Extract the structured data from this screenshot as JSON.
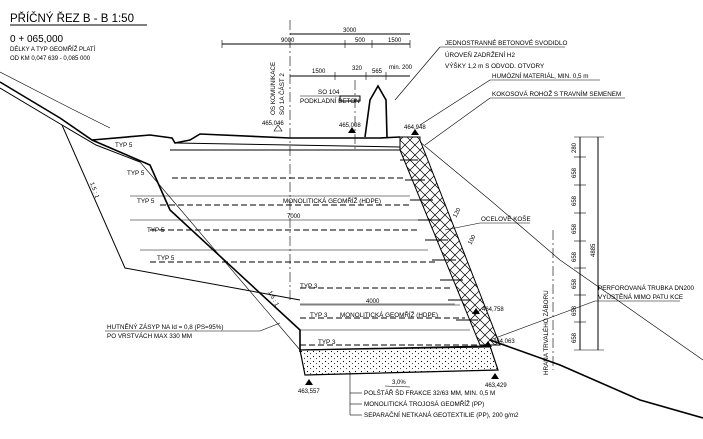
{
  "header": {
    "title": "PŘÍČNÝ ŘEZ  B - B  1:50",
    "station": "0 + 065,000",
    "section_range_1": "DÉLKY A TYP GEOMŘÍŽ PLATÍ",
    "section_range_2": "OD KM 0,047 639 - 0,085 000"
  },
  "dimensions": {
    "d3000": "3000",
    "d9000": "9000",
    "d500": "500",
    "d1500_top": "1500",
    "d1500": "1500",
    "d320": "320",
    "d565": "565",
    "dmin200": "min. 200",
    "d7000": "7000",
    "d4000": "4000",
    "d280": "280",
    "d658_1": "658",
    "d658_2": "658",
    "d658_3": "658",
    "d658_4": "658",
    "d658_5": "658",
    "d658_6": "658",
    "d658_7": "658",
    "d4885": "4885",
    "d120": "120",
    "d100": "100",
    "slope_upper": "1,5 : 1",
    "slope_lower": "1,5 : 1",
    "slope_pct": "3,0%"
  },
  "elevations": {
    "e_left": "465,046",
    "e_mid": "465,008",
    "e_right": "464,948",
    "e_step": "464,758",
    "e_base_r": "464,063",
    "e_bot_l": "463,557",
    "e_bot_r": "463,429"
  },
  "annotations": {
    "jednostranne": "JEDNOSTRANNÉ BETONOVÉ SVODIDLO",
    "uroven": "ÚROVEŇ ZADRŽENÍ H2",
    "vysky": "VÝŠKY 1,2 m S ODVOD. OTVORY",
    "humozni": "HUMÓZNÍ MATERIÁL, MIN. 0,5 m",
    "kokosova": "KOKOSOVÁ ROHOŽ S TRAVNÍM SEMENEM",
    "so104": "SO 104",
    "podkladni": "PODKLADNÍ BETON",
    "komunikace_1": "OS KOMUNIKACE",
    "komunikace_2": "SO 1A ČÁST 2",
    "monolit_1": "MONOLITICKÁ GEOMŘÍŽ (HDPE)",
    "monolit_2": "MONOLITICKÁ GEOMŘÍŽ (HDPE)",
    "ocelove": "OCELOVÉ KOŠE",
    "perforovana_1": "PERFOROVANÁ TRUBKA DN200",
    "perforovana_2": "VYÚSTĚNÁ MIMO PATU KCE",
    "hrana": "HRANA TRVALÉHO ZÁBORU",
    "hutneny_1": "HUTNĚNÝ ZÁSYP NA Id = 0,8 (PS=95%)",
    "hutneny_2": "PO VRSTVÁCH MAX 330 MM",
    "polstar": "POLŠTÁŘ ŠD FRAKCE 32/63 MM, MIN. 0,5 M",
    "trojosa": "MONOLITICKÁ TROJOSÁ GEOMŘÍŽ (PP)",
    "separacni": "SEPARAČNÍ NETKANÁ GEOTEXTILIE (PP), 200 g/m2"
  },
  "layers": {
    "typ5_1": "TYP 5",
    "typ5_2": "TYP 5",
    "typ5_3": "TYP 5",
    "typ5_4": "TYP 5",
    "typ5_5": "TYP 5",
    "typ3_1": "TYP 3",
    "typ3_2": "TYP 3",
    "typ3_3": "TYP 3"
  }
}
